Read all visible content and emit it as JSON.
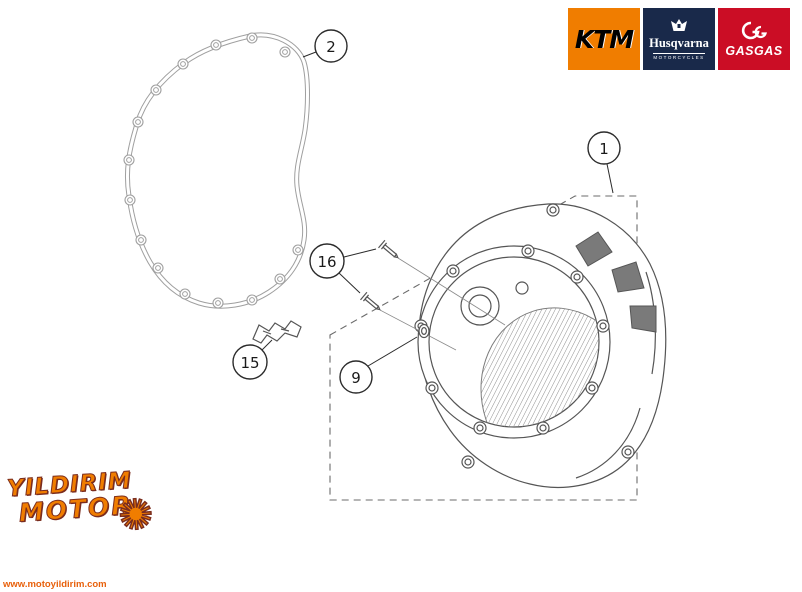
{
  "header": {
    "brands": [
      {
        "name": "ktm",
        "label": "KTM",
        "bg_color": "#F07D00",
        "text_color": "#000000"
      },
      {
        "name": "husqvarna",
        "label": "Husqvarna",
        "sublabel": "MOTORCYCLES",
        "bg_color": "#19294A",
        "text_color": "#FFFFFF"
      },
      {
        "name": "gasgas",
        "label": "GASGAS",
        "bg_color": "#CB0D25",
        "text_color": "#FFFFFF"
      }
    ]
  },
  "diagram": {
    "callouts": [
      {
        "number": "2"
      },
      {
        "number": "1"
      },
      {
        "number": "16"
      },
      {
        "number": "9"
      },
      {
        "number": "15"
      }
    ]
  },
  "watermark": {
    "line1": "YILDIRIM",
    "line2": "MOTOR",
    "star_glyph": "✺",
    "website": "www.motoyildirim.com",
    "accent_color": "#F07D00",
    "outline_color": "#7B2D1E"
  }
}
